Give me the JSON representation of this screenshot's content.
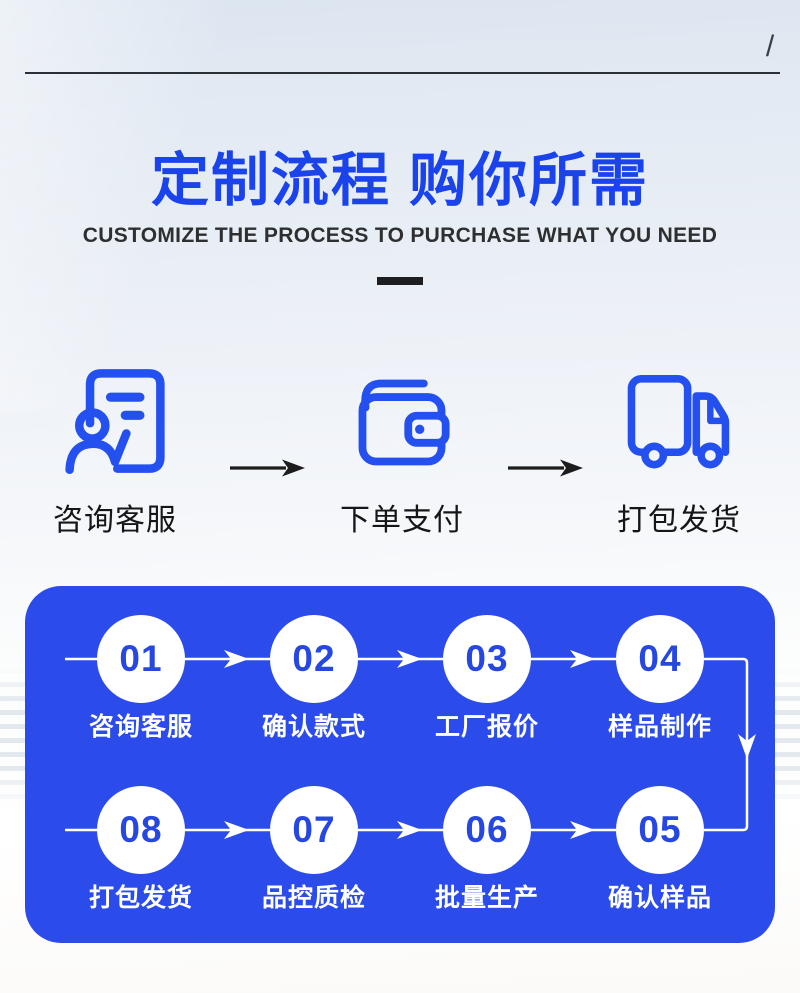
{
  "decor": {
    "slash": "/"
  },
  "header": {
    "title": "定制流程 购你所需",
    "subtitle": "CUSTOMIZE THE PROCESS TO PURCHASE WHAT YOU NEED"
  },
  "steps": [
    {
      "icon": "customer-service-icon",
      "label": "咨询客服"
    },
    {
      "icon": "wallet-icon",
      "label": "下单支付"
    },
    {
      "icon": "truck-icon",
      "label": "打包发货"
    }
  ],
  "process": {
    "row1": [
      {
        "num": "01",
        "label": "咨询客服"
      },
      {
        "num": "02",
        "label": "确认款式"
      },
      {
        "num": "03",
        "label": "工厂报价"
      },
      {
        "num": "04",
        "label": "样品制作"
      }
    ],
    "row2": [
      {
        "num": "08",
        "label": "打包发货"
      },
      {
        "num": "07",
        "label": "品控质检"
      },
      {
        "num": "06",
        "label": "批量生产"
      },
      {
        "num": "05",
        "label": "确认样品"
      }
    ]
  },
  "colors": {
    "title_blue": "#1b43ec",
    "icon_blue": "#2450f0",
    "panel_blue": "#2b4beb",
    "number_blue": "#2647e0",
    "arrow_dark": "#1c1c1c"
  }
}
